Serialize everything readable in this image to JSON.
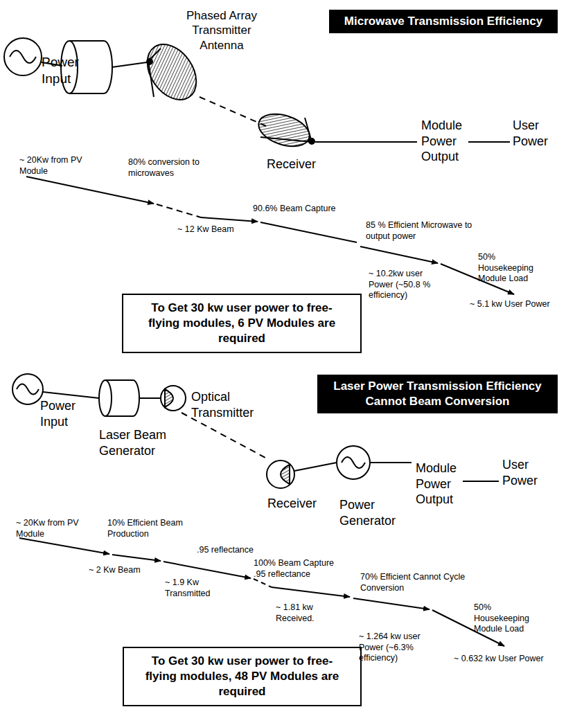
{
  "diagram": {
    "nodes": [
      {
        "text": [
          "Microwave Transmission Efficiency"
        ]
      },
      {
        "text": [
          "To Get 30 kw user power to free-flying modules, 6 PV Modules are required"
        ]
      },
      {
        "text": [
          "Laser Power Transmission Efficiency Cannot Beam Conversion"
        ]
      },
      {
        "text": [
          "To Get 30 kw user power to free-flying modules, 48 PV Modules are required"
        ]
      }
    ],
    "labels": [
      "Power Input",
      "Phased Array Transmitter Antenna",
      "Receiver",
      "Module Power Output",
      "User Power",
      "~ 20Kw from PV Module",
      "80% conversion to microwaves",
      "~ 12 Kw Beam",
      "90.6% Beam Capture",
      "85 % Efficient Microwave to output power",
      "~ 10.2kw user Power (~50.8 % efficiency)",
      "50% Housekeeping Module Load",
      "~ 5.1 kw User Power",
      "Power Input",
      "Laser Beam Generator",
      "Optical Transmitter",
      "Receiver",
      "Power Generator",
      "Module Power Output",
      "User Power",
      "~ 20Kw from PV Module",
      "10% Efficient Beam Production",
      "~ 2 Kw Beam",
      ".95 reflectance",
      "~ 1.9 Kw Transmitted",
      "100% Beam Capture .95 reflectance",
      "~ 1.81 kw Received.",
      "70% Efficient Cannot Cycle Conversion",
      "~ 1.264 kw user Power (~6.3% efficiency)",
      "50% Housekeeping Module Load",
      "~ 0.632 kw User Power"
    ]
  }
}
